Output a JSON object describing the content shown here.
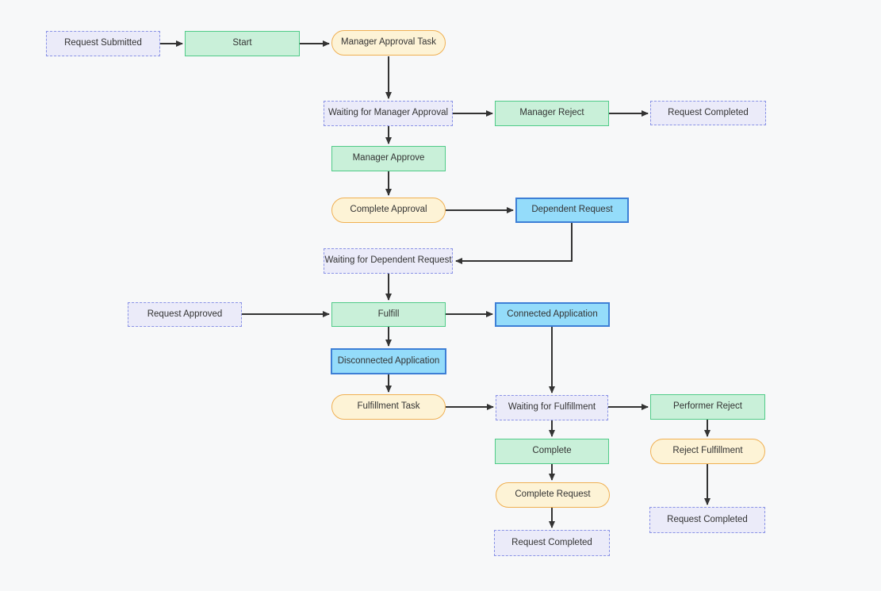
{
  "diagram": {
    "background_color": "#f7f8f9",
    "text_color": "#333333",
    "arrow_color": "#333333",
    "node_styles": {
      "state": {
        "fill": "#ebebf9",
        "border": "#8a93e6",
        "border_style": "dashed"
      },
      "action": {
        "fill": "#c9f0d9",
        "border": "#50cb88",
        "border_style": "solid"
      },
      "task": {
        "fill": "#fdf3d6",
        "border": "#f0b052",
        "border_style": "solid-pill"
      },
      "app": {
        "fill": "#94dcfa",
        "border": "#3d7fd6",
        "border_style": "solid"
      }
    },
    "nodes": {
      "request_submitted": {
        "label": "Request Submitted",
        "type": "state"
      },
      "start": {
        "label": "Start",
        "type": "action"
      },
      "manager_approval_task": {
        "label": "Manager Approval Task",
        "type": "task"
      },
      "waiting_manager_approval": {
        "label": "Waiting for Manager Approval",
        "type": "state"
      },
      "manager_reject": {
        "label": "Manager Reject",
        "type": "action"
      },
      "request_completed_top": {
        "label": "Request Completed",
        "type": "state"
      },
      "manager_approve": {
        "label": "Manager Approve",
        "type": "action"
      },
      "complete_approval": {
        "label": "Complete Approval",
        "type": "task"
      },
      "dependent_request": {
        "label": "Dependent Request",
        "type": "app"
      },
      "waiting_dependent_request": {
        "label": "Waiting for Dependent Request",
        "type": "state"
      },
      "request_approved": {
        "label": "Request Approved",
        "type": "state"
      },
      "fulfill": {
        "label": "Fulfill",
        "type": "action"
      },
      "connected_application": {
        "label": "Connected Application",
        "type": "app"
      },
      "disconnected_application": {
        "label": "Disconnected Application",
        "type": "app"
      },
      "fulfillment_task": {
        "label": "Fulfillment Task",
        "type": "task"
      },
      "waiting_fulfillment": {
        "label": "Waiting for Fulfillment",
        "type": "state"
      },
      "performer_reject": {
        "label": "Performer Reject",
        "type": "action"
      },
      "complete": {
        "label": "Complete",
        "type": "action"
      },
      "reject_fulfillment": {
        "label": "Reject Fulfillment",
        "type": "task"
      },
      "complete_request": {
        "label": "Complete Request",
        "type": "task"
      },
      "request_completed_mid": {
        "label": "Request Completed",
        "type": "state"
      },
      "request_completed_right": {
        "label": "Request Completed",
        "type": "state"
      }
    },
    "edges": [
      {
        "from": "request_submitted",
        "to": "start"
      },
      {
        "from": "start",
        "to": "manager_approval_task"
      },
      {
        "from": "manager_approval_task",
        "to": "waiting_manager_approval"
      },
      {
        "from": "waiting_manager_approval",
        "to": "manager_reject"
      },
      {
        "from": "manager_reject",
        "to": "request_completed_top"
      },
      {
        "from": "waiting_manager_approval",
        "to": "manager_approve"
      },
      {
        "from": "manager_approve",
        "to": "complete_approval"
      },
      {
        "from": "complete_approval",
        "to": "dependent_request"
      },
      {
        "from": "dependent_request",
        "to": "waiting_dependent_request"
      },
      {
        "from": "waiting_dependent_request",
        "to": "fulfill"
      },
      {
        "from": "request_approved",
        "to": "fulfill"
      },
      {
        "from": "fulfill",
        "to": "connected_application"
      },
      {
        "from": "fulfill",
        "to": "disconnected_application"
      },
      {
        "from": "disconnected_application",
        "to": "fulfillment_task"
      },
      {
        "from": "fulfillment_task",
        "to": "waiting_fulfillment"
      },
      {
        "from": "connected_application",
        "to": "waiting_fulfillment"
      },
      {
        "from": "waiting_fulfillment",
        "to": "performer_reject"
      },
      {
        "from": "waiting_fulfillment",
        "to": "complete"
      },
      {
        "from": "performer_reject",
        "to": "reject_fulfillment"
      },
      {
        "from": "complete",
        "to": "complete_request"
      },
      {
        "from": "complete_request",
        "to": "request_completed_mid"
      },
      {
        "from": "reject_fulfillment",
        "to": "request_completed_right"
      }
    ]
  }
}
